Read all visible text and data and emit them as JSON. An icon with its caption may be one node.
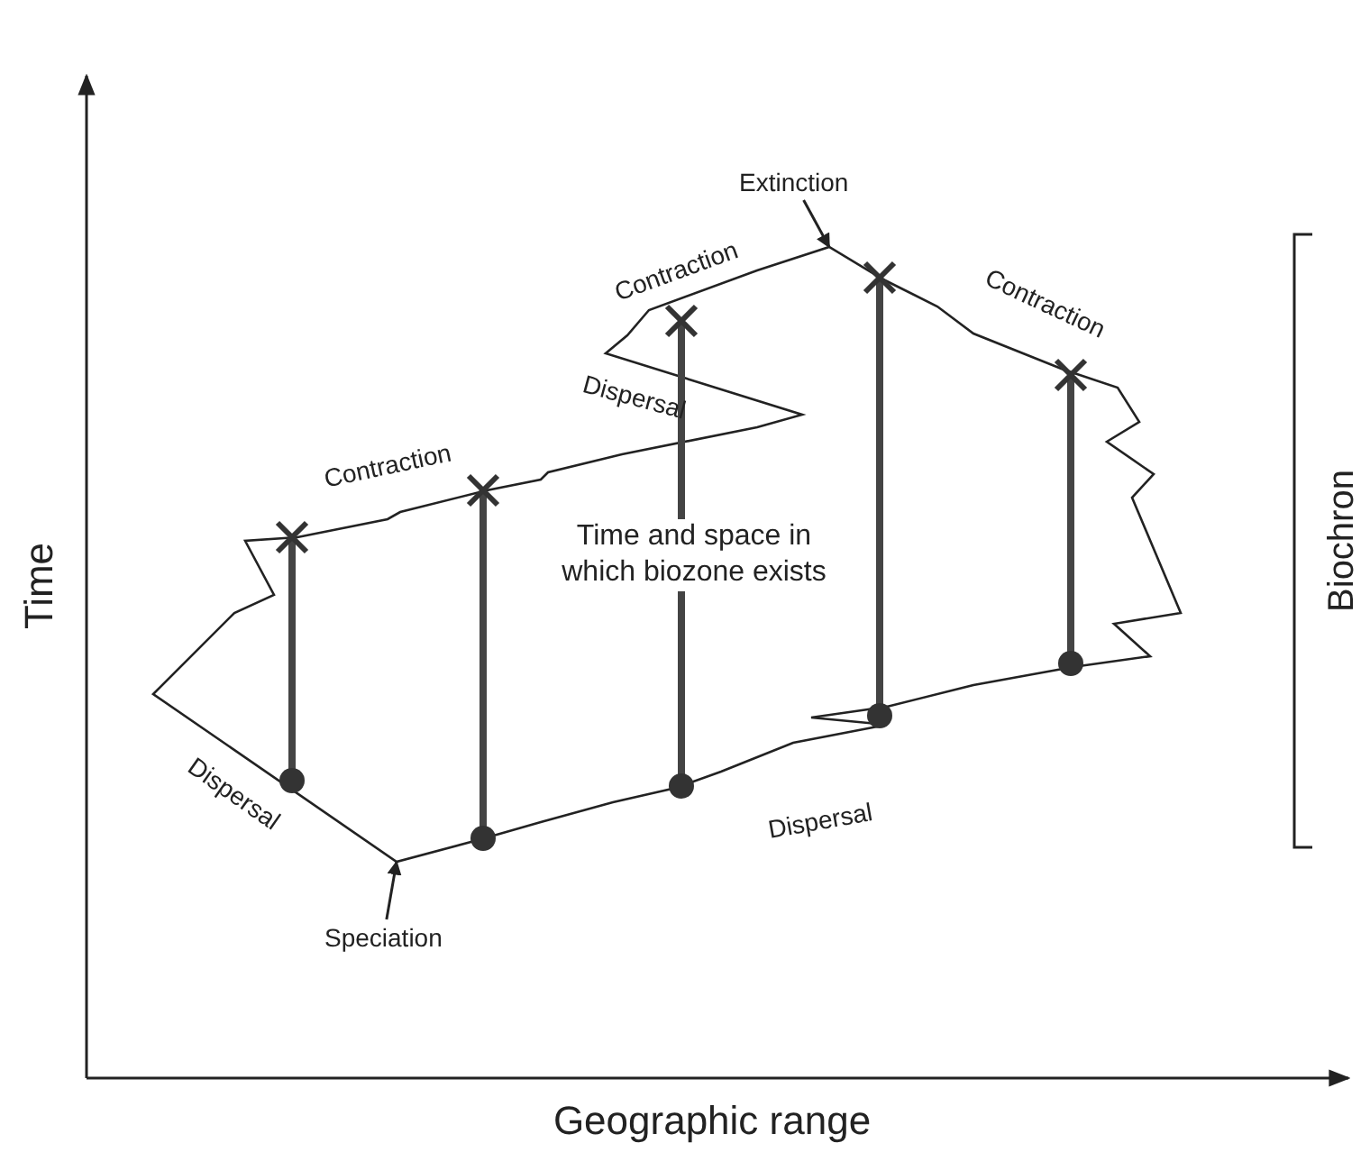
{
  "diagram": {
    "nodes": [
      {
        "text": [
          "Extinction"
        ]
      },
      {
        "text": [
          "Speciation"
        ]
      },
      {
        "text": [
          "Time and space in which biozone exists"
        ]
      }
    ],
    "edges": [
      {
        "from": 0,
        "to": 2,
        "arrow": "to"
      },
      {
        "from": 1,
        "to": 2,
        "arrow": "to"
      }
    ],
    "labels": [
      "Time",
      "Contraction",
      "Contraction",
      "Contraction",
      "Dispersal",
      "Biochron",
      "Dispersal",
      "Dispersal",
      "Geographic range"
    ]
  }
}
